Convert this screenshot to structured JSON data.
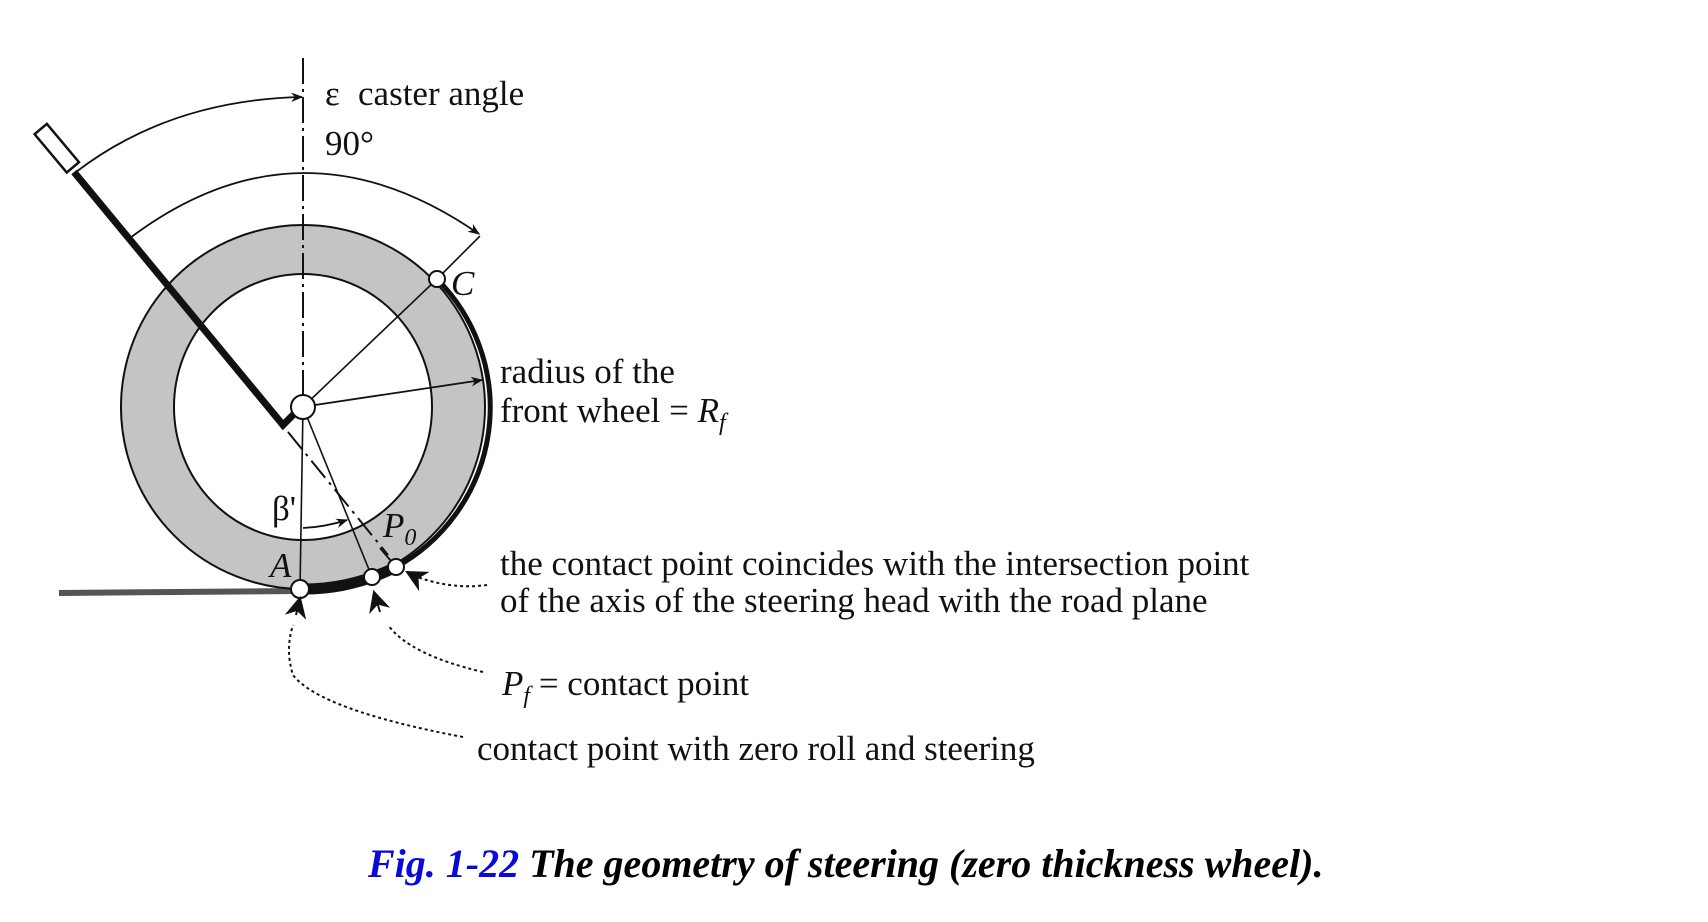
{
  "figure": {
    "labels": {
      "caster_angle_symbol": "ε",
      "caster_angle_text": "caster angle",
      "right_angle": "90°",
      "point_c": "C",
      "radius_line1": "radius of the",
      "radius_line2": "front wheel = ",
      "radius_symbol": "R",
      "radius_subscript": "f",
      "beta_prime": "β'",
      "point_p0": "P",
      "point_p0_subscript": "0",
      "point_a": "A",
      "intersection_line1": "the contact point coincides with the intersection point",
      "intersection_line2": "of the axis of the steering head with the road plane",
      "contact_symbol": "P",
      "contact_subscript": "f",
      "contact_text": " = contact point",
      "zero_roll_text": "contact point with zero roll and steering"
    },
    "colors": {
      "tire_fill": "#c4c4c4",
      "road": "#555555",
      "ink": "#111111",
      "caption_number": "#0a0ad6"
    }
  },
  "caption": {
    "number": "Fig. 1-22",
    "text": " The geometry of steering (zero thickness wheel)."
  }
}
